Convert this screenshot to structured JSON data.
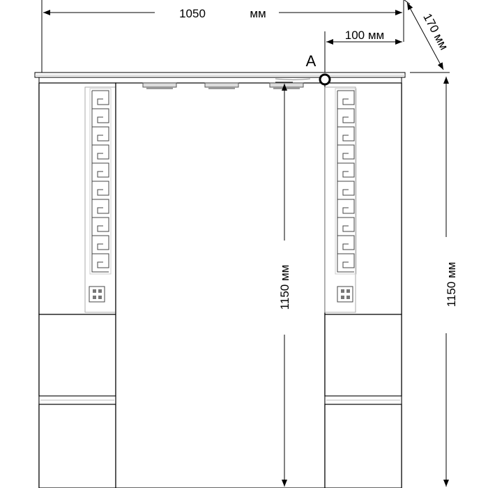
{
  "dimensions": {
    "width_value": "1050",
    "width_unit": "мм",
    "depth": "170 мм",
    "offset": "100 мм",
    "height_right": "1150 мм",
    "height_center": "1150 мм"
  },
  "point_label": "A",
  "colors": {
    "line": "#000000",
    "fill": "#ffffff",
    "light_gray": "#dddddd",
    "mid_gray": "#999999"
  }
}
